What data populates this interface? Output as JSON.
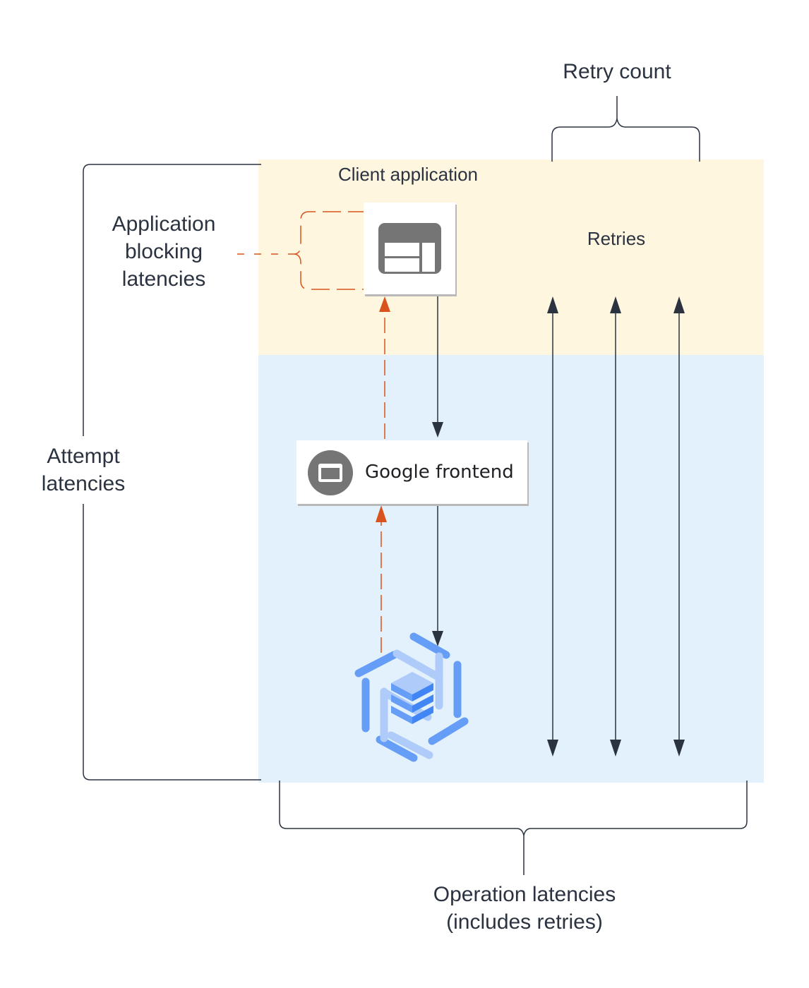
{
  "labels": {
    "retry_count": "Retry count",
    "client_application": "Client application",
    "retries": "Retries",
    "application_blocking_line1": "Application",
    "application_blocking_line2": "blocking",
    "application_blocking_line3": "latencies",
    "attempt_line1": "Attempt",
    "attempt_line2": "latencies",
    "google_frontend": "Google frontend",
    "operation_line1": "Operation latencies",
    "operation_line2": "(includes retries)"
  },
  "icons": {
    "client_app": "web-app-window-icon",
    "frontend": "browser-window-icon",
    "backend": "cloud-database-hexagon-icon"
  },
  "colors": {
    "client_zone": "#fff6e0",
    "google_zone": "#e3f1fc",
    "line": "#2b3240",
    "dashed": "#d9531e",
    "icon_gray": "#757575",
    "blue_dark": "#4285f4",
    "blue_mid": "#669df6",
    "blue_light": "#aecbfa"
  }
}
